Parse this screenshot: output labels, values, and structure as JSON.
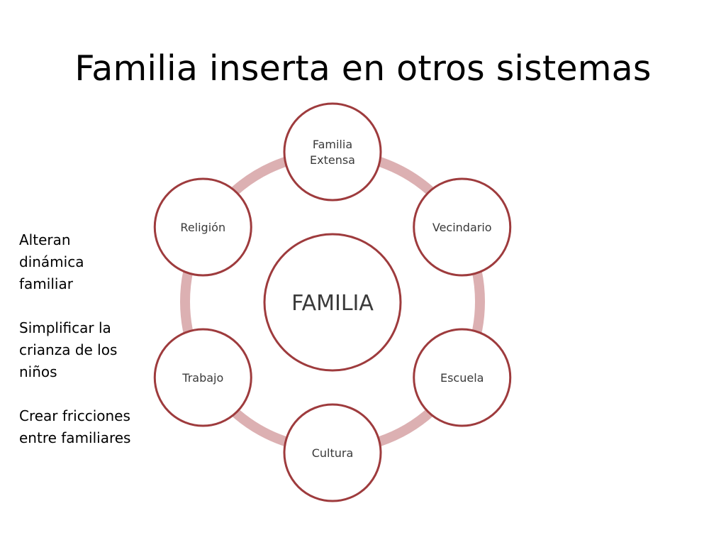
{
  "title": "Familia inserta en otros sistemas",
  "colors": {
    "ring": "#dcb0b2",
    "circle_stroke": "#9e3b3d",
    "circle_fill": "#ffffff",
    "node_text": "#3a3a3a",
    "center_text": "#111111"
  },
  "diagram": {
    "center": "FAMILIA",
    "nodes": [
      {
        "lines": [
          "Familia",
          "Extensa"
        ]
      },
      {
        "lines": [
          "Vecindario"
        ]
      },
      {
        "lines": [
          "Escuela"
        ]
      },
      {
        "lines": [
          "Cultura"
        ]
      },
      {
        "lines": [
          "Trabajo"
        ]
      },
      {
        "lines": [
          "Religión"
        ]
      }
    ]
  },
  "notes": [
    "Alteran dinámica familiar",
    "Simplificar la crianza de los niños",
    "Crear fricciones entre familiares"
  ]
}
